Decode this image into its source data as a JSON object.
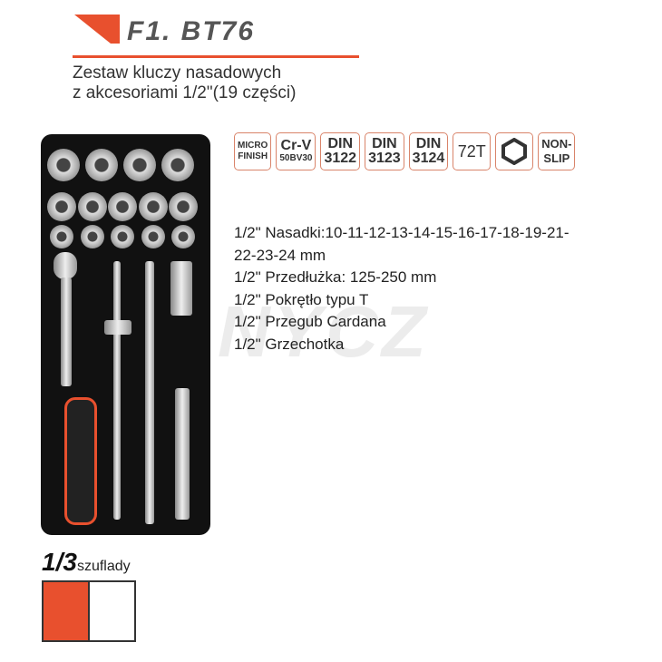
{
  "header": {
    "code": "F1. BT76",
    "subtitle_line1": "Zestaw kluczy nasadowych",
    "subtitle_line2": "z akcesoriami 1/2\"(19 części)"
  },
  "badges": [
    {
      "top": "MICRO",
      "bottom": "FINISH"
    },
    {
      "top": "Cr-V",
      "bottom": "50BV30"
    },
    {
      "top": "DIN",
      "bottom": "3122"
    },
    {
      "top": "DIN",
      "bottom": "3123"
    },
    {
      "top": "DIN",
      "bottom": "3124"
    },
    {
      "top": "72T",
      "bottom": ""
    },
    {
      "icon": "hexagon-icon"
    },
    {
      "top": "NON-",
      "bottom": "SLIP"
    }
  ],
  "specs": [
    "1/2\" Nasadki:10-11-12-13-14-15-16-17-18-19-21-",
    "22-23-24 mm",
    "1/2\" Przedłużka: 125-250 mm",
    "1/2\" Pokrętło typu T",
    "1/2\" Przegub Cardana",
    "1/2\" Grzechotka"
  ],
  "watermark": "NYCZ",
  "drawer": {
    "fraction": "1/3",
    "label": "szuflady",
    "filled_fraction": 0.5
  },
  "colors": {
    "accent": "#e8502e"
  }
}
